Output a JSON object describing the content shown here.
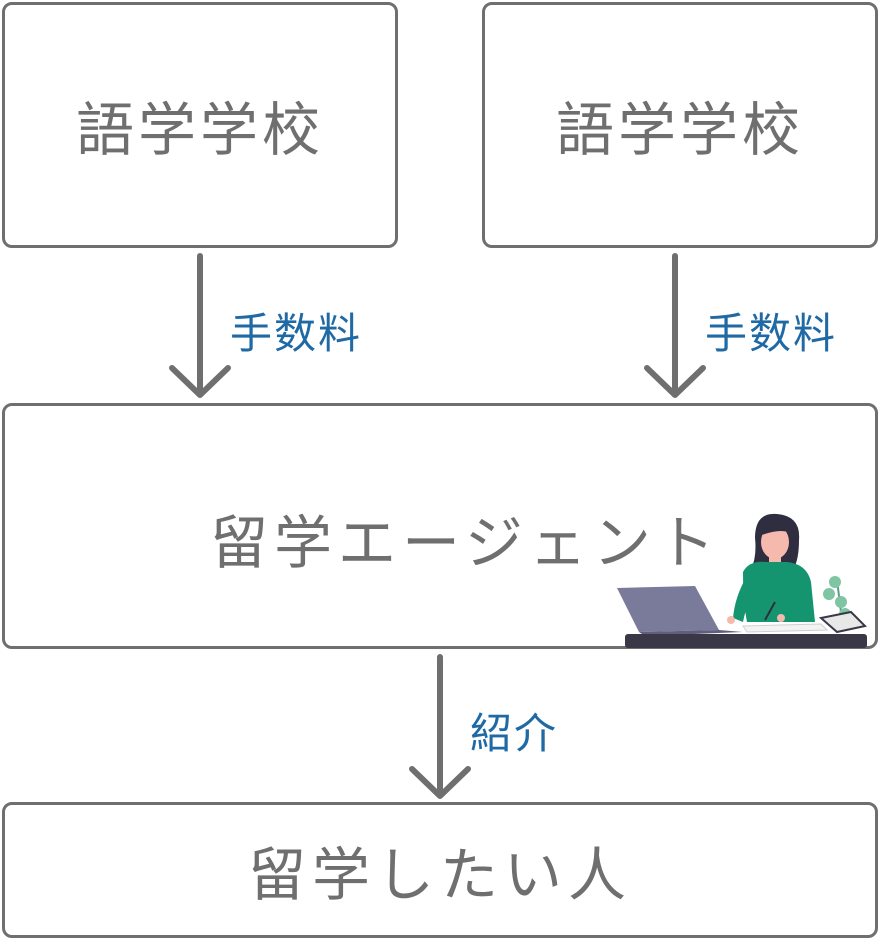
{
  "nodes": {
    "school_1": "語学学校",
    "school_2": "語学学校",
    "agent": "留学エージェント",
    "student": "留学したい人"
  },
  "edges": {
    "fee_1": "手数料",
    "fee_2": "手数料",
    "introduction": "紹介"
  },
  "colors": {
    "box_border": "#6f6f6f",
    "box_text": "#6f6f6f",
    "arrow": "#6f6f6f",
    "edge_label": "#1f6aa5",
    "illustration_shirt": "#14956f",
    "illustration_laptop": "#7a7a9a",
    "illustration_desk": "#3a3847"
  },
  "icons": {
    "illustration": "woman-working-on-laptop-illustration"
  }
}
